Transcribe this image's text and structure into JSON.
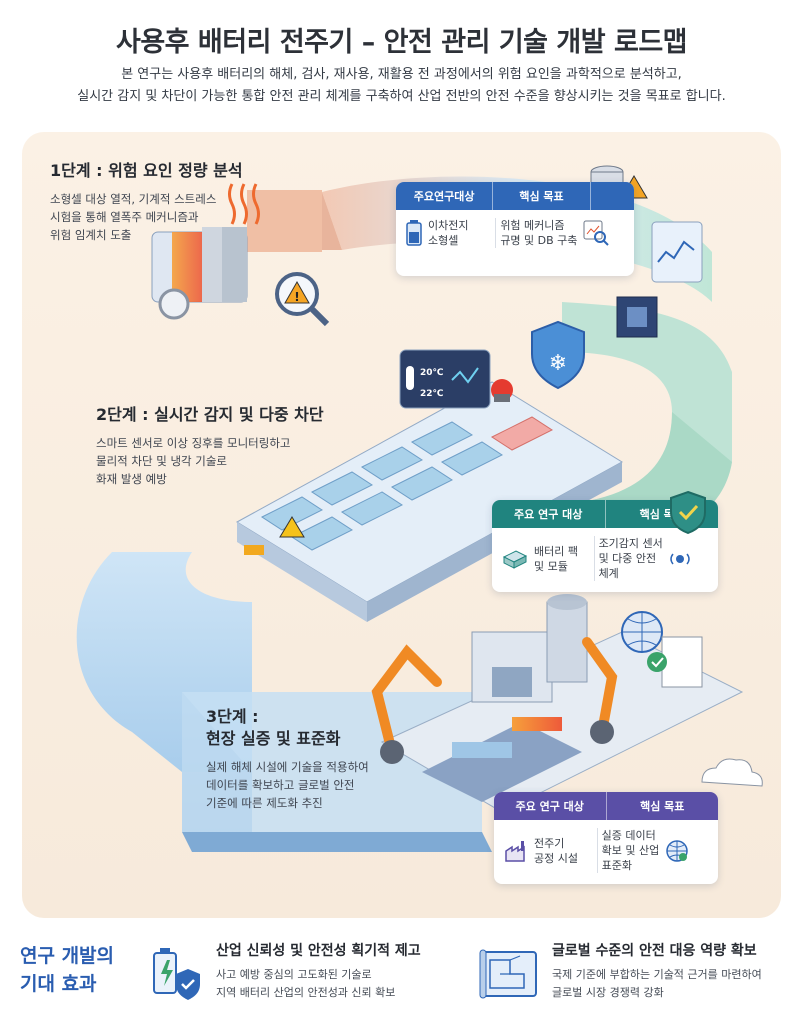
{
  "header": {
    "title": "사용후 배터리 전주기 – 안전 관리 기술 개발 로드맵",
    "subtitle_line1": "본 연구는 사용후 배터리의 해체, 검사, 재사용, 재활용 전 과정에서의 위험 요인을 과학적으로 분석하고,",
    "subtitle_line2": "실시간 감지 및 차단이 가능한 통합 안전 관리 체계를 구축하여 산업 전반의 안전 수준을 향상시키는 것을 목표로 합니다."
  },
  "stages": [
    {
      "title": "1단계 : 위험 요인 정량 분석",
      "desc": [
        "소형셀 대상 열적, 기계적 스트레스",
        "시험을 통해 열폭주 메커니즘과",
        "위험 임계치 도출"
      ],
      "card": {
        "col1_header": "주요연구대상",
        "col2_header": "핵심 목표",
        "col1_text": [
          "이차전지",
          "소형셀"
        ],
        "col2_text": [
          "위험 메커니즘",
          "규명 및 DB 구축"
        ]
      }
    },
    {
      "title": "2단계 : 실시간 감지 및 다중 차단",
      "desc": [
        "스마트 센서로 이상 징후를 모니터링하고",
        "물리적 차단 및 냉각 기술로",
        "화재 발생 예방"
      ],
      "card": {
        "col1_header": "주요 연구 대상",
        "col2_header": "핵심 목표",
        "col1_text": [
          "배터리 팩",
          "및 모듈"
        ],
        "col2_text": [
          "조기감지 센서",
          "및 다중 안전",
          "체계"
        ]
      }
    },
    {
      "title_line1": "3단계 :",
      "title_line2": "현장 실증 및 표준화",
      "desc": [
        "실제 해체 시설에 기술을 적용하여",
        "데이터를 확보하고 글로벌 안전",
        "기준에 따른 제도화 추진"
      ],
      "card": {
        "col1_header": "주요 연구 대상",
        "col2_header": "핵심 목표",
        "col1_text": [
          "전주기",
          "공정 시설"
        ],
        "col2_text": [
          "실증 데이터",
          "확보 및 산업",
          "표준화"
        ]
      }
    }
  ],
  "illustration": {
    "temp1": "20℃",
    "temp2": "22℃"
  },
  "effects": {
    "heading_line1": "연구 개발의",
    "heading_line2": "기대 효과",
    "items": [
      {
        "title": "산업 신뢰성 및 안전성 획기적 제고",
        "desc": [
          "사고 예방 중심의 고도화된 기술로",
          "지역 배터리 산업의 안전성과 신뢰 확보"
        ],
        "icon": "battery-shield-icon"
      },
      {
        "title": "글로벌 수준의 안전 대응 역량 확보",
        "desc": [
          "국제 기준에 부합하는 기술적 근거를 마련하여",
          "글로벌 시장 경쟁력 강화"
        ],
        "icon": "blueprint-icon"
      }
    ]
  },
  "colors": {
    "accent_blue": "#2f67b7",
    "accent_teal": "#20847f",
    "accent_purple": "#5a4fa6",
    "panel_bg": "#f8ecdf"
  }
}
